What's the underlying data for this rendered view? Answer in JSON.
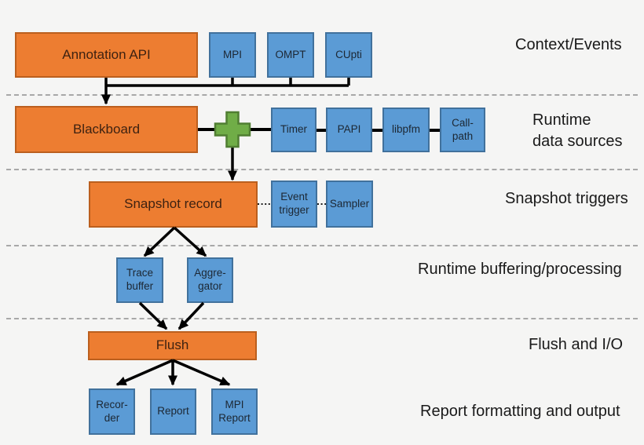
{
  "colors": {
    "bg": "#f5f5f4",
    "orange": "#ed7d31",
    "orange-border": "#bb5f1e",
    "orange-text": "#3e2211",
    "blue": "#5b9bd5",
    "blue-border": "#41719c",
    "blue-text": "#1c2733",
    "green": "#70ad47",
    "green-border": "#507e32",
    "line": "#000000",
    "separator": "#a8a8a8",
    "label-text": "#1a1a1a"
  },
  "boxes": {
    "annotation_api": "Annotation API",
    "mpi": "MPI",
    "ompt": "OMPT",
    "cupti": "CUpti",
    "blackboard": "Blackboard",
    "timer": "Timer",
    "papi": "PAPI",
    "libpfm": "libpfm",
    "callpath": "Call-\npath",
    "snapshot_record": "Snapshot record",
    "event_trigger": "Event\ntrigger",
    "sampler": "Sampler",
    "trace_buffer": "Trace\nbuffer",
    "aggregator": "Aggre-\ngator",
    "flush": "Flush",
    "recorder": "Recor-\nder",
    "report": "Report",
    "mpi_report": "MPI\nReport"
  },
  "section_labels": {
    "context_events": "Context/Events",
    "runtime_data_sources": "Runtime\ndata sources",
    "snapshot_triggers": "Snapshot triggers",
    "runtime_buffering": "Runtime buffering/processing",
    "flush_io": "Flush and I/O",
    "report_output": "Report formatting and output"
  }
}
